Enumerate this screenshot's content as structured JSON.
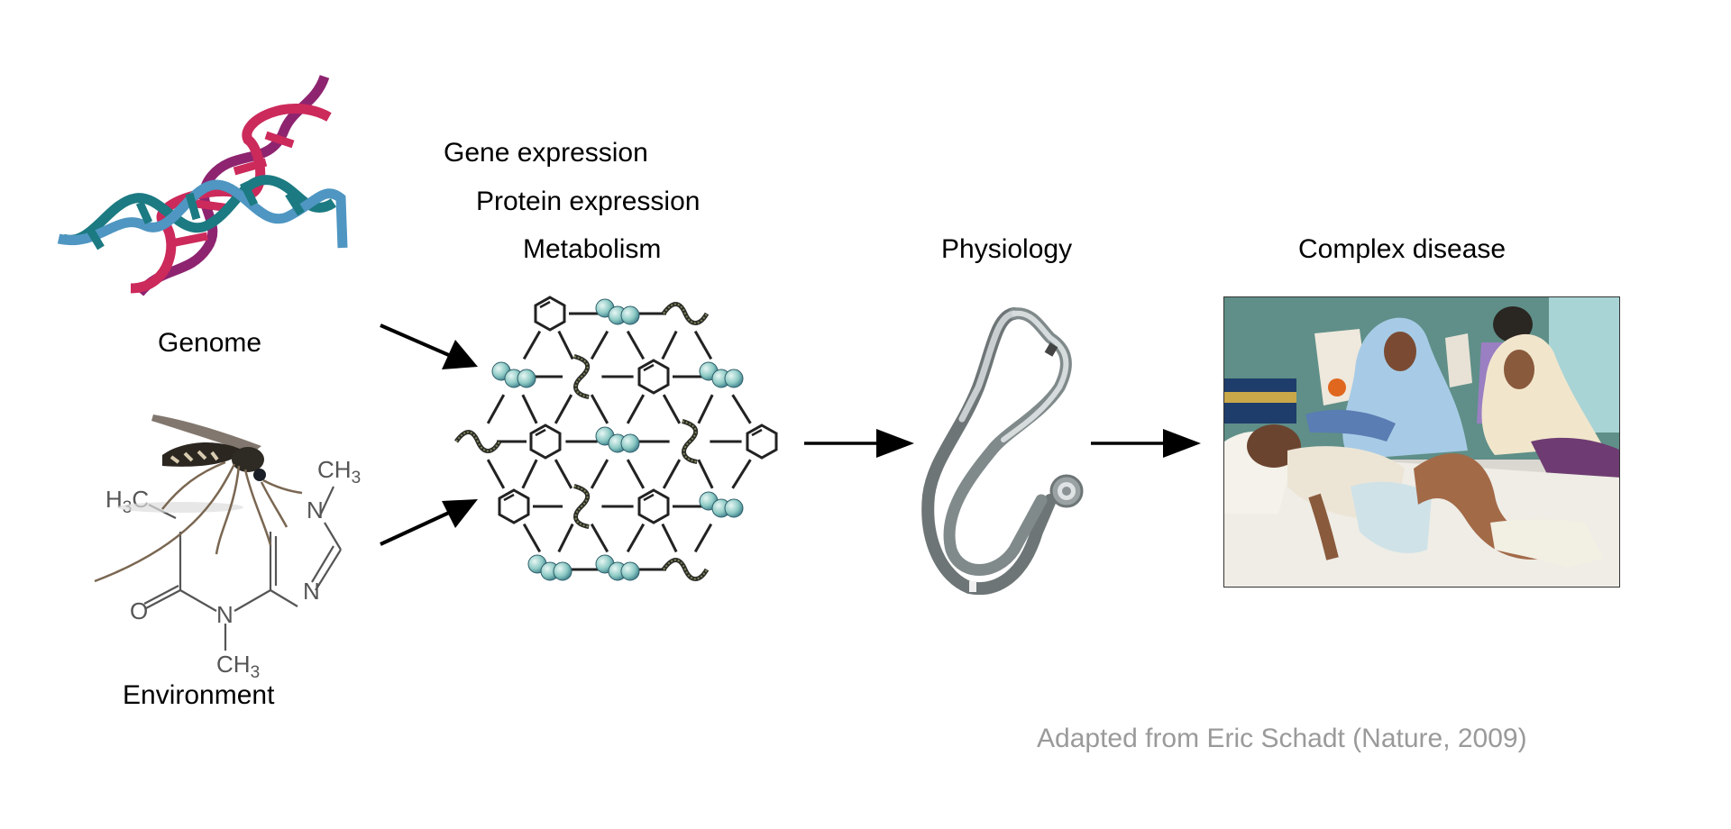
{
  "diagram": {
    "title": "",
    "nodes": {
      "genome": {
        "label": "Genome",
        "icon": "dna-double-helix-icon"
      },
      "environment": {
        "label": "Environment",
        "icon": "mosquito-and-caffeine-molecule-icon",
        "molecule_labels": {
          "methyl_top": "CH",
          "methyl_left": "H",
          "methyl_bottom": "CH",
          "sub3": "3",
          "c": "C",
          "n": "N",
          "o": "O"
        }
      },
      "molecular": {
        "labels": [
          "Gene expression",
          "Protein expression",
          "Metabolism"
        ],
        "icon": "molecular-network-icon"
      },
      "physiology": {
        "label": "Physiology",
        "icon": "stethoscope-icon"
      },
      "disease": {
        "label": "Complex disease",
        "icon": "hospital-patient-photo"
      }
    },
    "edges": [
      {
        "from": "genome",
        "to": "molecular"
      },
      {
        "from": "environment",
        "to": "molecular"
      },
      {
        "from": "molecular",
        "to": "physiology"
      },
      {
        "from": "physiology",
        "to": "disease"
      }
    ],
    "caption": "Adapted from Eric Schadt (Nature, 2009)",
    "colors": {
      "dna_magenta": "#cc2a5b",
      "dna_purple": "#8e2470",
      "dna_teal": "#1c7a82",
      "dna_blue": "#4f96c2",
      "protein_bead": "#8cc9c4",
      "caption_gray": "#9a9a9a",
      "molecule_gray": "#555555"
    }
  }
}
